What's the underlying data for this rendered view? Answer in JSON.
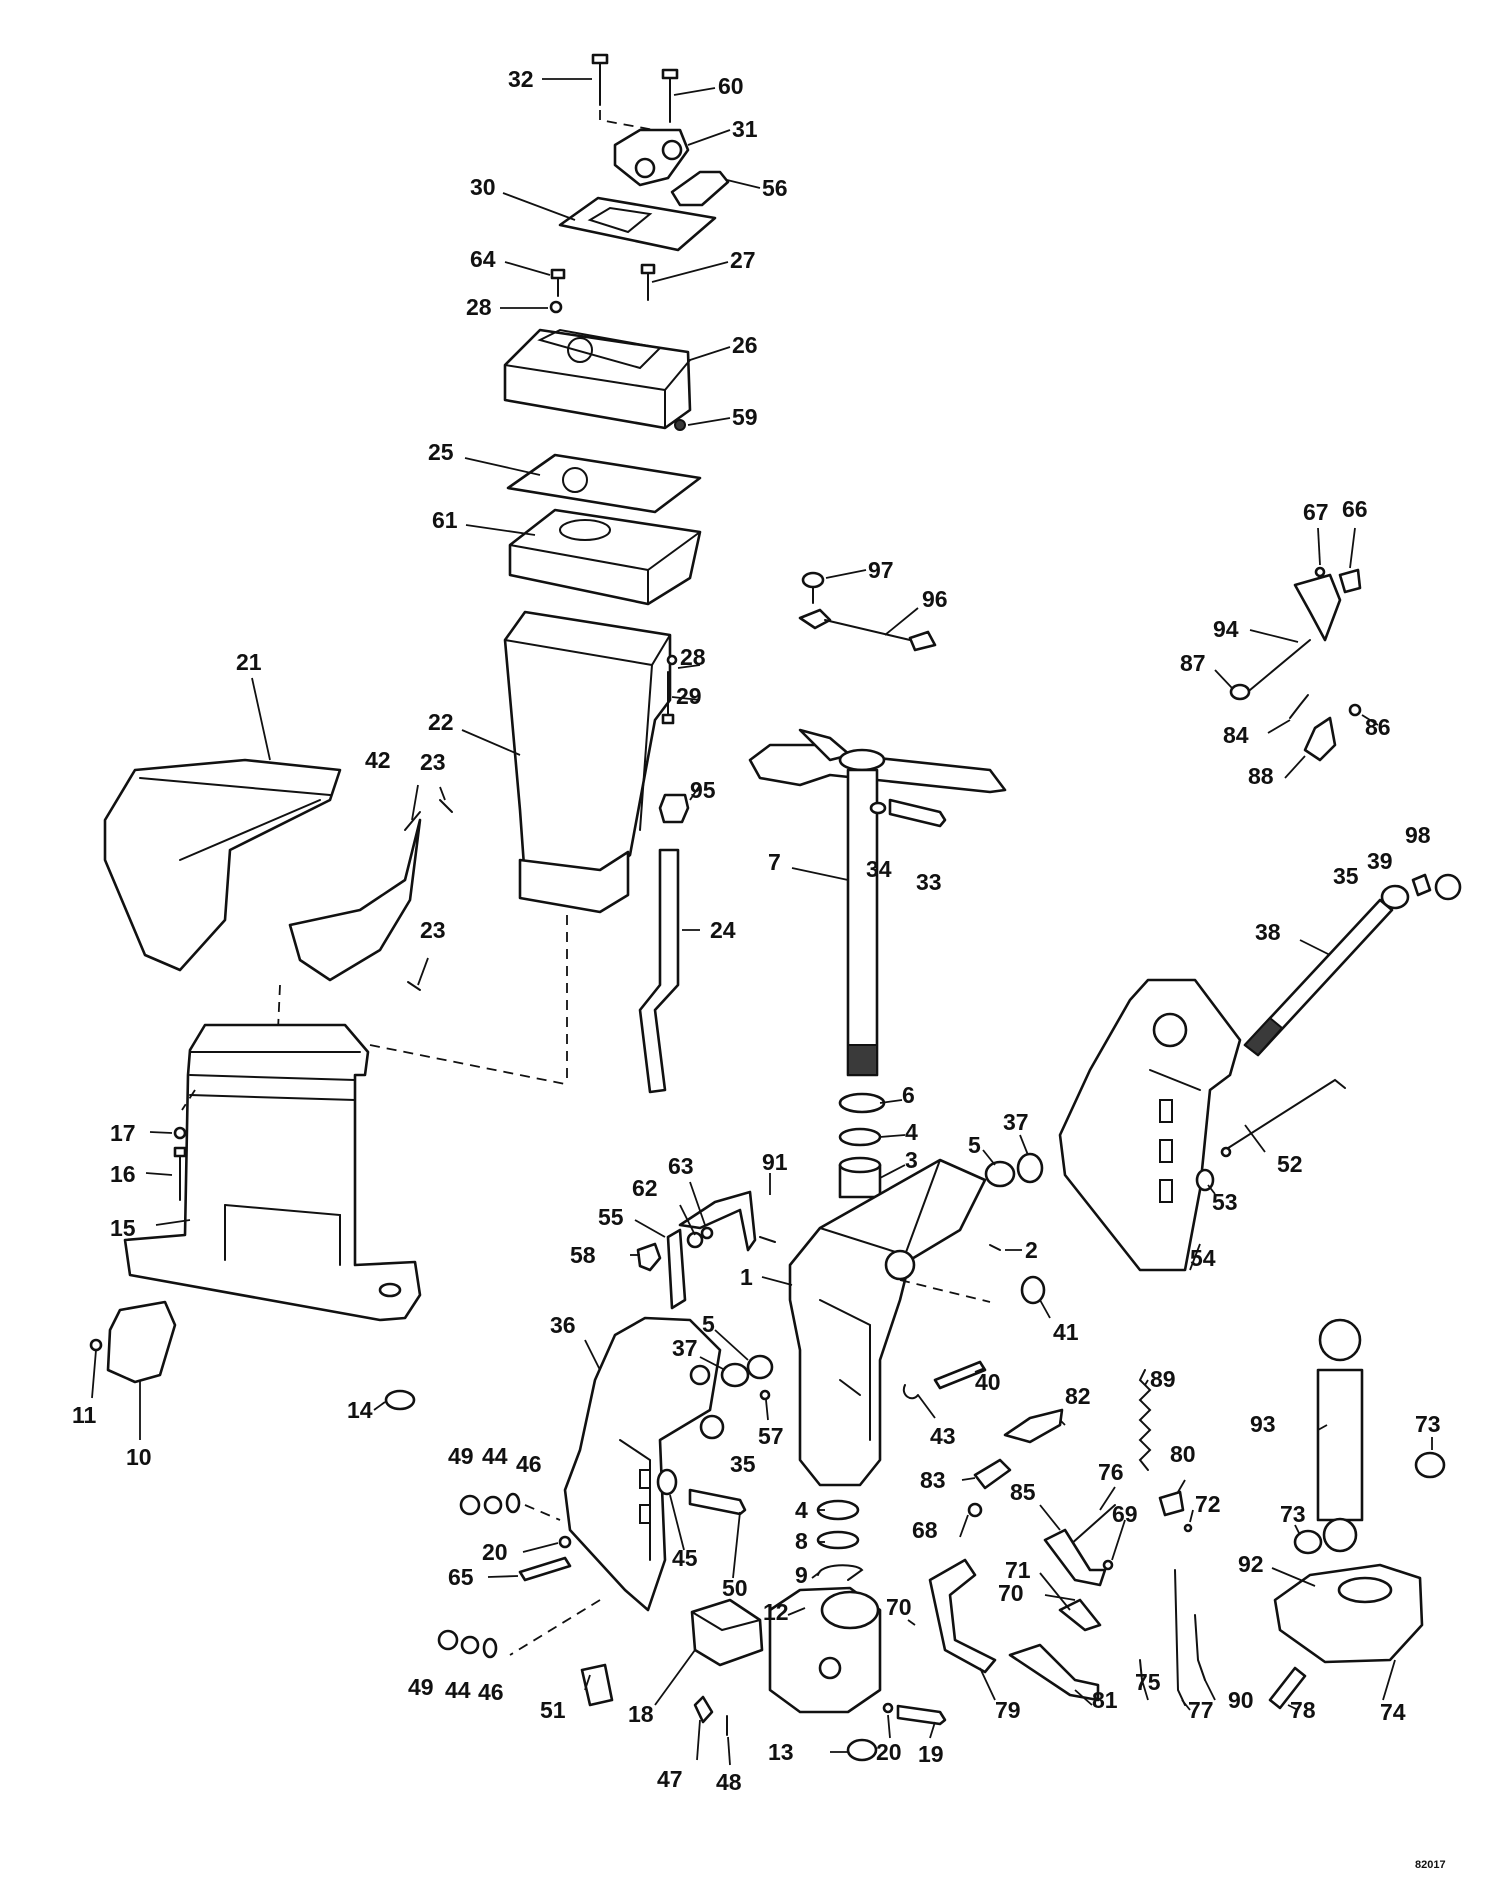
{
  "drawing_number": "82017",
  "callouts": [
    {
      "id": "c32",
      "label": "32"
    },
    {
      "id": "c60",
      "label": "60"
    },
    {
      "id": "c31",
      "label": "31"
    },
    {
      "id": "c56",
      "label": "56"
    },
    {
      "id": "c30",
      "label": "30"
    },
    {
      "id": "c64",
      "label": "64"
    },
    {
      "id": "c27",
      "label": "27"
    },
    {
      "id": "c28a",
      "label": "28"
    },
    {
      "id": "c26",
      "label": "26"
    },
    {
      "id": "c59",
      "label": "59"
    },
    {
      "id": "c25",
      "label": "25"
    },
    {
      "id": "c61",
      "label": "61"
    },
    {
      "id": "c67",
      "label": "67"
    },
    {
      "id": "c66",
      "label": "66"
    },
    {
      "id": "c97",
      "label": "97"
    },
    {
      "id": "c96",
      "label": "96"
    },
    {
      "id": "c94",
      "label": "94"
    },
    {
      "id": "c87",
      "label": "87"
    },
    {
      "id": "c84",
      "label": "84"
    },
    {
      "id": "c86",
      "label": "86"
    },
    {
      "id": "c88",
      "label": "88"
    },
    {
      "id": "c21",
      "label": "21"
    },
    {
      "id": "c28b",
      "label": "28"
    },
    {
      "id": "c29",
      "label": "29"
    },
    {
      "id": "c22",
      "label": "22"
    },
    {
      "id": "c42",
      "label": "42"
    },
    {
      "id": "c23a",
      "label": "23"
    },
    {
      "id": "c95",
      "label": "95"
    },
    {
      "id": "c7",
      "label": "7"
    },
    {
      "id": "c34",
      "label": "34"
    },
    {
      "id": "c33",
      "label": "33"
    },
    {
      "id": "c98",
      "label": "98"
    },
    {
      "id": "c35a",
      "label": "35"
    },
    {
      "id": "c39",
      "label": "39"
    },
    {
      "id": "c24",
      "label": "24"
    },
    {
      "id": "c23b",
      "label": "23"
    },
    {
      "id": "c38",
      "label": "38"
    },
    {
      "id": "c6",
      "label": "6"
    },
    {
      "id": "c4a",
      "label": "4"
    },
    {
      "id": "c37a",
      "label": "37"
    },
    {
      "id": "c3",
      "label": "3"
    },
    {
      "id": "c5a",
      "label": "5"
    },
    {
      "id": "c17",
      "label": "17"
    },
    {
      "id": "c16",
      "label": "16"
    },
    {
      "id": "c91",
      "label": "91"
    },
    {
      "id": "c63",
      "label": "63"
    },
    {
      "id": "c62",
      "label": "62"
    },
    {
      "id": "c52",
      "label": "52"
    },
    {
      "id": "c53",
      "label": "53"
    },
    {
      "id": "c55",
      "label": "55"
    },
    {
      "id": "c15",
      "label": "15"
    },
    {
      "id": "c2",
      "label": "2"
    },
    {
      "id": "c54",
      "label": "54"
    },
    {
      "id": "c58",
      "label": "58"
    },
    {
      "id": "c1",
      "label": "1"
    },
    {
      "id": "c41",
      "label": "41"
    },
    {
      "id": "c36",
      "label": "36"
    },
    {
      "id": "c5b",
      "label": "5"
    },
    {
      "id": "c37b",
      "label": "37"
    },
    {
      "id": "c40",
      "label": "40"
    },
    {
      "id": "c89",
      "label": "89"
    },
    {
      "id": "c82",
      "label": "82"
    },
    {
      "id": "c57",
      "label": "57"
    },
    {
      "id": "c43",
      "label": "43"
    },
    {
      "id": "c93",
      "label": "93"
    },
    {
      "id": "c73a",
      "label": "73"
    },
    {
      "id": "c11",
      "label": "11"
    },
    {
      "id": "c10",
      "label": "10"
    },
    {
      "id": "c14",
      "label": "14"
    },
    {
      "id": "c49a",
      "label": "49"
    },
    {
      "id": "c44a",
      "label": "44"
    },
    {
      "id": "c46a",
      "label": "46"
    },
    {
      "id": "c35b",
      "label": "35"
    },
    {
      "id": "c76",
      "label": "76"
    },
    {
      "id": "c80",
      "label": "80"
    },
    {
      "id": "c83",
      "label": "83"
    },
    {
      "id": "c85",
      "label": "85"
    },
    {
      "id": "c4b",
      "label": "4"
    },
    {
      "id": "c68",
      "label": "68"
    },
    {
      "id": "c69",
      "label": "69"
    },
    {
      "id": "c72",
      "label": "72"
    },
    {
      "id": "c73b",
      "label": "73"
    },
    {
      "id": "c20a",
      "label": "20"
    },
    {
      "id": "c45",
      "label": "45"
    },
    {
      "id": "c8",
      "label": "8"
    },
    {
      "id": "c65",
      "label": "65"
    },
    {
      "id": "c50",
      "label": "50"
    },
    {
      "id": "c92",
      "label": "92"
    },
    {
      "id": "c9",
      "label": "9"
    },
    {
      "id": "c71",
      "label": "71"
    },
    {
      "id": "c70a",
      "label": "70"
    },
    {
      "id": "c70b",
      "label": "70"
    },
    {
      "id": "c12",
      "label": "12"
    },
    {
      "id": "c49b",
      "label": "49"
    },
    {
      "id": "c44b",
      "label": "44"
    },
    {
      "id": "c46b",
      "label": "46"
    },
    {
      "id": "c51",
      "label": "51"
    },
    {
      "id": "c18",
      "label": "18"
    },
    {
      "id": "c75",
      "label": "75"
    },
    {
      "id": "c81",
      "label": "81"
    },
    {
      "id": "c79",
      "label": "79"
    },
    {
      "id": "c77",
      "label": "77"
    },
    {
      "id": "c90",
      "label": "90"
    },
    {
      "id": "c78",
      "label": "78"
    },
    {
      "id": "c74",
      "label": "74"
    },
    {
      "id": "c20b",
      "label": "20"
    },
    {
      "id": "c19",
      "label": "19"
    },
    {
      "id": "c13",
      "label": "13"
    },
    {
      "id": "c47",
      "label": "47"
    },
    {
      "id": "c48",
      "label": "48"
    }
  ]
}
